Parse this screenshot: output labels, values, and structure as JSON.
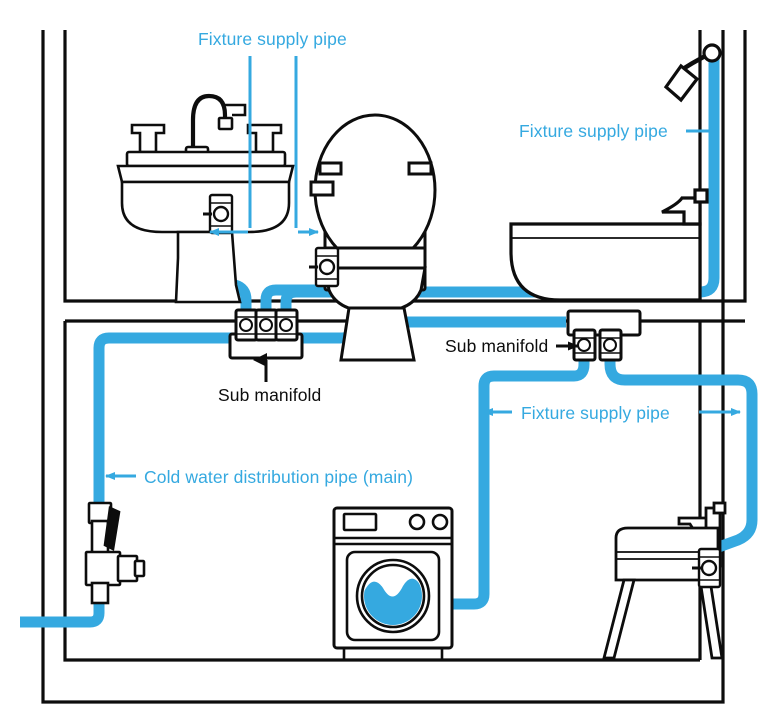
{
  "diagram": {
    "title": "Cold water distribution plumbing diagram",
    "colors": {
      "pipe_blue": "#35a9e0",
      "line_black": "#0d0d0d",
      "background": "#ffffff"
    },
    "labels": {
      "fixture_supply_top": "Fixture supply pipe",
      "fixture_supply_shower": "Fixture supply pipe",
      "fixture_supply_basement": "Fixture supply pipe",
      "sub_manifold_left": "Sub manifold",
      "sub_manifold_right": "Sub manifold",
      "cold_water_main": "Cold water distribution pipe (main)"
    },
    "fixtures": [
      {
        "name": "pedestal-sink",
        "floor": "upper"
      },
      {
        "name": "toilet",
        "floor": "upper"
      },
      {
        "name": "shower-head",
        "floor": "upper"
      },
      {
        "name": "bathtub",
        "floor": "upper"
      },
      {
        "name": "washing-machine",
        "floor": "lower"
      },
      {
        "name": "utility-sink",
        "floor": "lower"
      },
      {
        "name": "water-meter",
        "floor": "lower"
      },
      {
        "name": "main-shutoff-valve",
        "floor": "lower"
      }
    ],
    "manifolds": [
      {
        "name": "sub-manifold-left",
        "outlets": 3,
        "floor": "upper-floor-level"
      },
      {
        "name": "sub-manifold-right",
        "outlets": 2,
        "floor": "upper-floor-level"
      }
    ],
    "stop_valves": [
      {
        "name": "sink-stop-valve"
      },
      {
        "name": "toilet-stop-valve"
      },
      {
        "name": "utility-sink-stop-valve"
      }
    ]
  }
}
